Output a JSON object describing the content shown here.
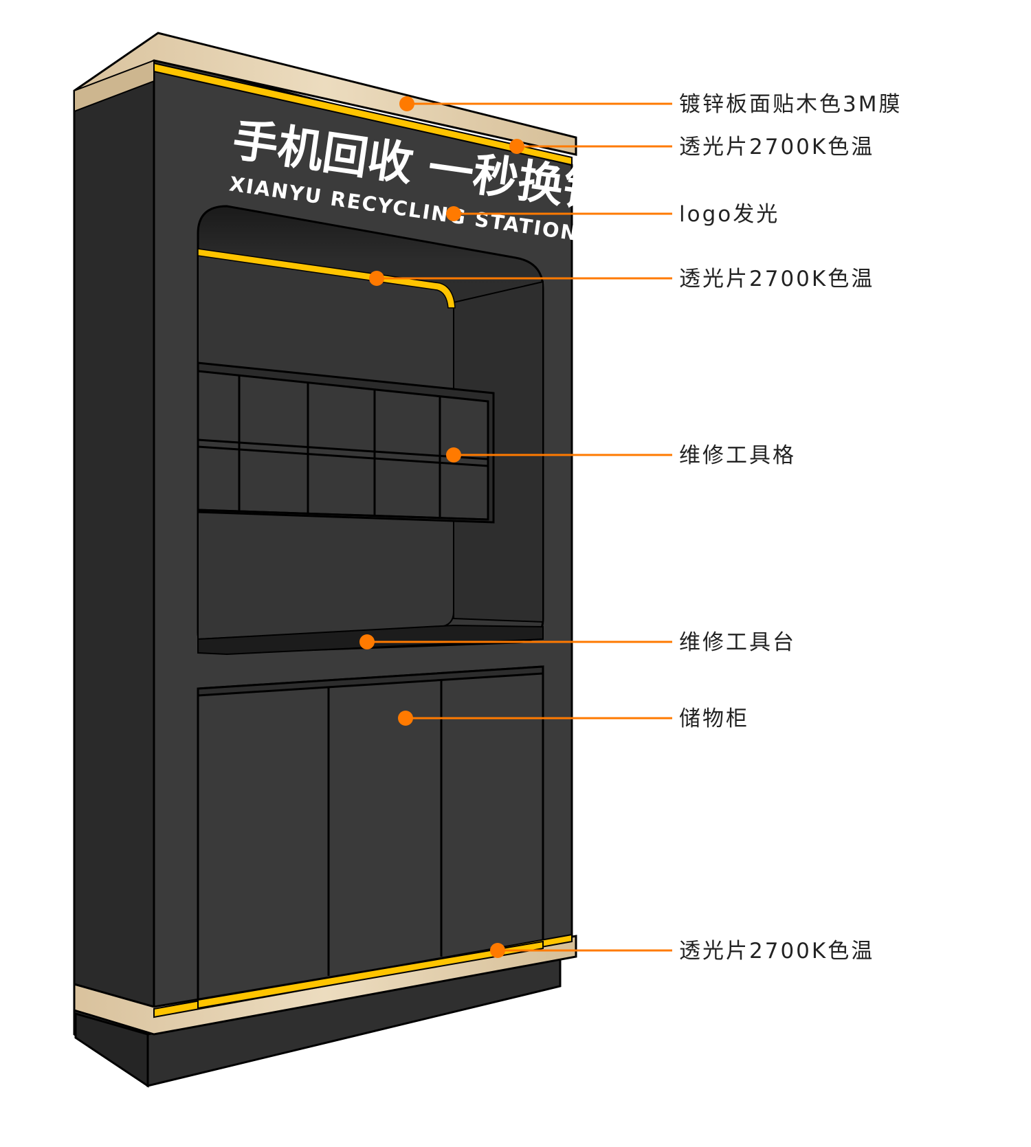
{
  "sign": {
    "title_cn": "手机回收 一秒换钱",
    "title_en": "XIANYU RECYCLING STATION"
  },
  "callouts": [
    {
      "id": "wood-trim",
      "label": "镀锌板面贴木色3M膜"
    },
    {
      "id": "top-light-strip",
      "label": "透光片2700K色温"
    },
    {
      "id": "logo-glow",
      "label": "logo发光"
    },
    {
      "id": "niche-light-strip",
      "label": "透光片2700K色温"
    },
    {
      "id": "tool-grid",
      "label": "维修工具格"
    },
    {
      "id": "tool-bench",
      "label": "维修工具台"
    },
    {
      "id": "storage-cabinet",
      "label": "储物柜"
    },
    {
      "id": "bottom-light-strip",
      "label": "透光片2700K色温"
    }
  ],
  "colors": {
    "cabinet_front": "#3a3a3a",
    "cabinet_side": "#2a2a2a",
    "cabinet_niche": "#333333",
    "wood": "#e6d3b2",
    "light_strip": "#ffc400",
    "leader": "#ff7a00",
    "text": "#222222"
  }
}
